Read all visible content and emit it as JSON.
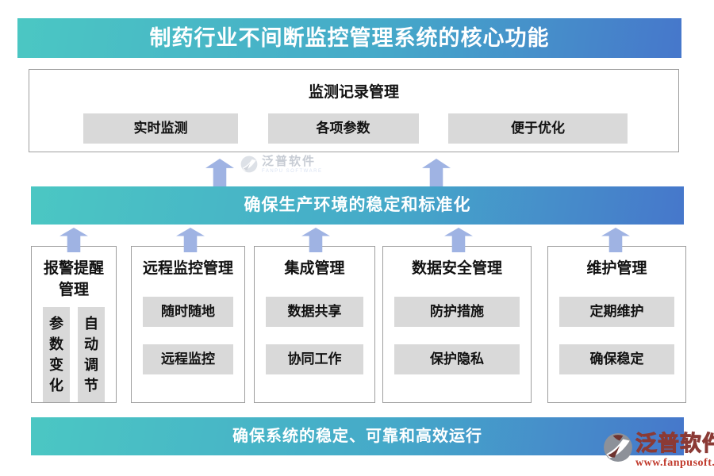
{
  "header": {
    "title": "制药行业不间断监控管理系统的核心功能"
  },
  "top_section": {
    "title": "监测记录管理",
    "chips": [
      "实时监测",
      "各项参数",
      "便于优化"
    ]
  },
  "middle_banner": {
    "label": "确保生产环境的稳定和标准化"
  },
  "modules": [
    {
      "title": "报警提醒管理",
      "layout": "vertical-chips",
      "chips": [
        "参数变化",
        "自动调节"
      ]
    },
    {
      "title": "远程监控管理",
      "layout": "stacked-chips",
      "chips": [
        "随时随地",
        "远程监控"
      ]
    },
    {
      "title": "集成管理",
      "layout": "stacked-chips",
      "chips": [
        "数据共享",
        "协同工作"
      ]
    },
    {
      "title": "数据安全管理",
      "layout": "stacked-chips",
      "chips": [
        "防护措施",
        "保护隐私"
      ]
    },
    {
      "title": "维护管理",
      "layout": "stacked-chips",
      "chips": [
        "定期维护",
        "确保稳定"
      ]
    }
  ],
  "bottom_banner": {
    "label": "确保系统的稳定、可靠和高效运行"
  },
  "watermark_center": {
    "name": "泛普软件",
    "subtitle": "FANPU SOFTWARE"
  },
  "watermark_corner": {
    "name": "泛普软件",
    "url": "www.fanpusoft.com"
  },
  "colors": {
    "gradient_teal": "#4bc7c3",
    "gradient_blue": "#4677cb",
    "arrow_blue": "#9fb3e3",
    "chip_gray": "#d9d9d9",
    "box_border_gray": "#9e9e9e",
    "logo_dark_red": "#8b3a35",
    "logo_url_red": "#c0392b"
  }
}
